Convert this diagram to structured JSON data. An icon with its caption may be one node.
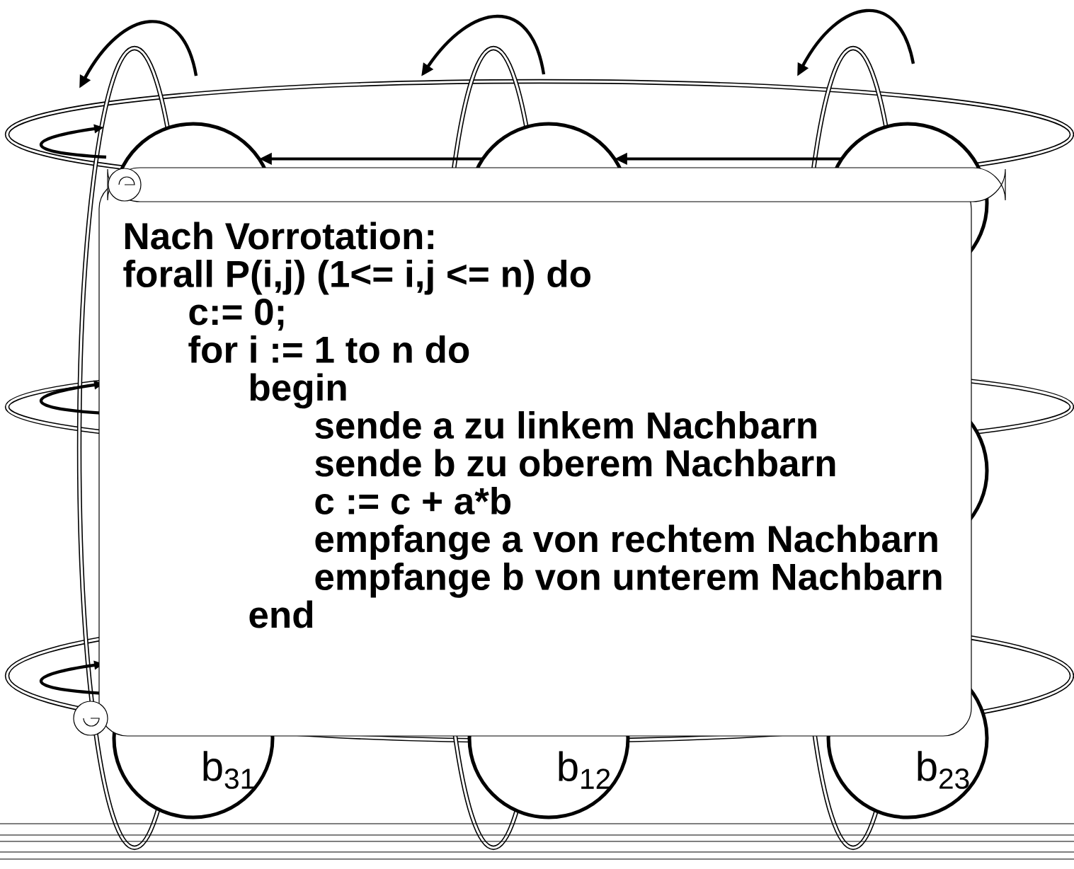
{
  "diagram": {
    "nodes": [
      {
        "text": [],
        "shape": "circle"
      },
      {
        "text": [],
        "shape": "circle"
      },
      {
        "text": [],
        "shape": "circle"
      },
      {
        "text": [],
        "shape": "circle"
      },
      {
        "text": [
          "b$_{31}$"
        ]
      },
      {
        "text": [
          "b$_{12}$"
        ]
      },
      {
        "text": [
          "b$_{23}$"
        ]
      },
      {
        "text": [
          "Nach Vorrotation:",
          "forall P(i,j) (1<= i,j <= n) do",
          "c:= 0;",
          "for i := 1 to n do",
          "begin",
          "sende a zu linkem Nachbarn",
          "sende b zu oberem Nachbarn",
          "c := c + a*b",
          "empfange a von rechtem Nachbarn",
          "empfange b von unterem Nachbarn",
          "end"
        ]
      }
    ],
    "edges": [
      {
        "from": 1,
        "to": 0,
        "arrow": "to"
      },
      {
        "from": 2,
        "to": 1,
        "arrow": "to"
      }
    ]
  }
}
